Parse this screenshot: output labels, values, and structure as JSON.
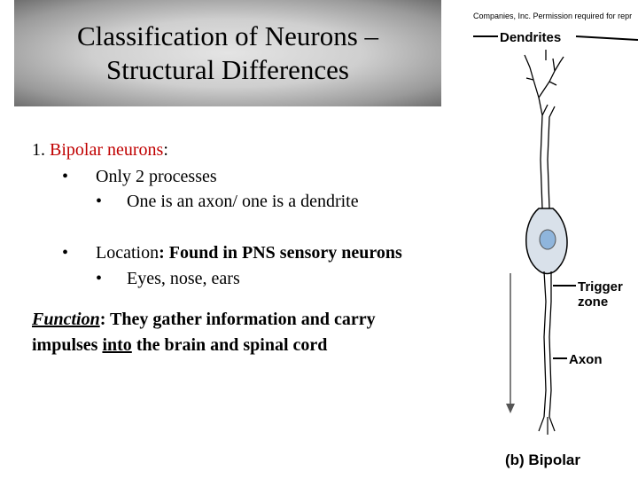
{
  "slide": {
    "title_line1": "Classification of Neurons –",
    "title_line2": "Structural Differences"
  },
  "content": {
    "item1_number": "1.",
    "item1_heading": "Bipolar neurons",
    "item1_colon": ":",
    "bullet_char": "•",
    "bullet1": "Only 2 processes",
    "bullet1_sub": "One is an axon/ one is a dendrite",
    "bullet2_prefix": "Location",
    "bullet2_rest": ": Found in PNS sensory neurons",
    "bullet2_sub": "Eyes, nose, ears",
    "function_label": "Function",
    "function_text1": ": They gather information and carry",
    "function_text2a": "impulses ",
    "function_text2b": "into",
    "function_text2c": " the brain and spinal cord"
  },
  "figure": {
    "credit": "Companies, Inc. Permission required for repr",
    "label_dendrites": "Dendrites",
    "label_trigger1": "Trigger",
    "label_trigger2": "zone",
    "label_axon": "Axon",
    "caption": "(b) Bipolar",
    "colors": {
      "cell_body": "#d9e1ea",
      "nucleus": "#8fb5dc",
      "outline": "#000000"
    }
  }
}
